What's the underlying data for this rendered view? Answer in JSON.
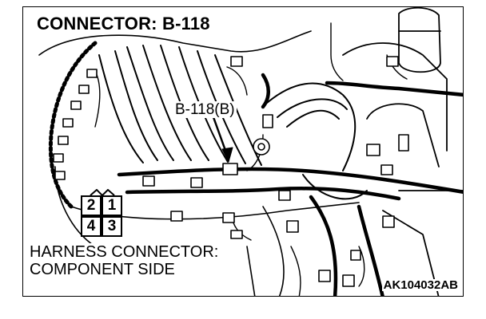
{
  "title": "CONNECTOR: B-118",
  "callout_label": "B-118(B)",
  "harness_line1": "HARNESS CONNECTOR:",
  "harness_line2": "COMPONENT SIDE",
  "figure_code": "AK104032AB",
  "pins": {
    "p1": "1",
    "p2": "2",
    "p3": "3",
    "p4": "4"
  },
  "colors": {
    "ink": "#000000",
    "paper": "#ffffff"
  }
}
